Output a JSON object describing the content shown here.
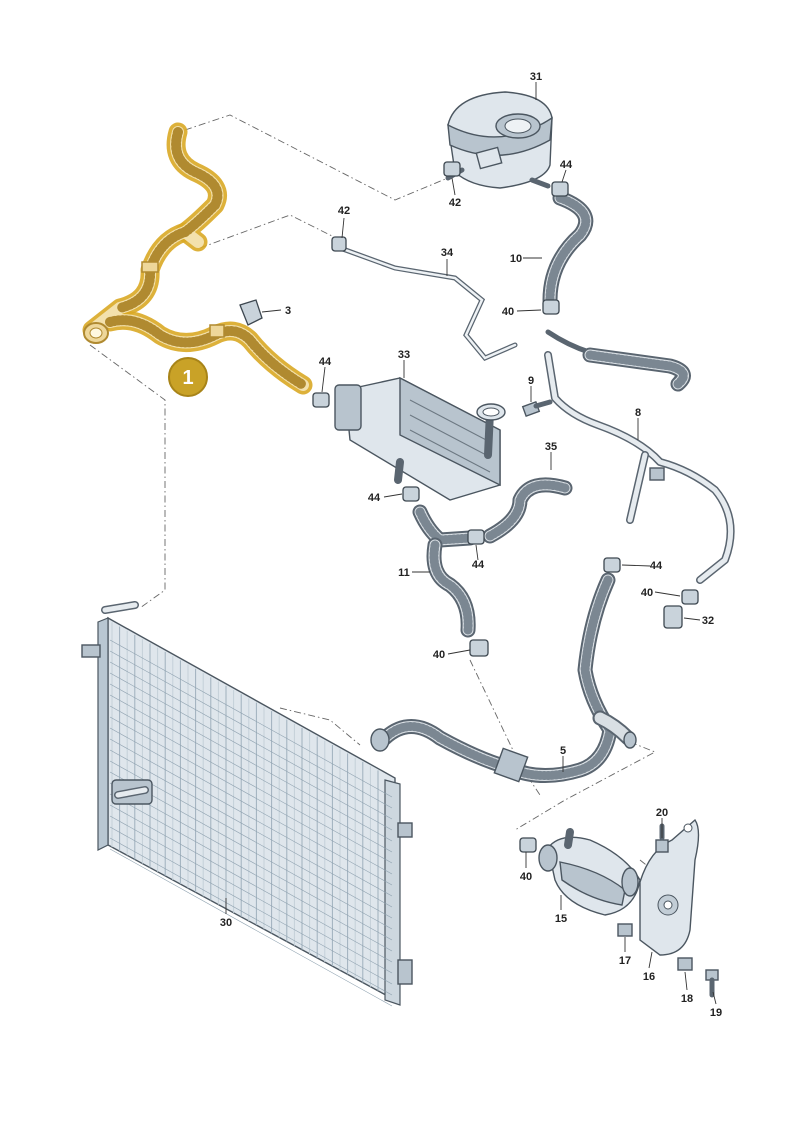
{
  "badge": {
    "label": "1",
    "fill": "#c9a227",
    "stroke": "#a88418"
  },
  "highlight_color": "#d9a825",
  "callouts": {
    "c31": "31",
    "c44a": "44",
    "c42a": "42",
    "c42b": "42",
    "c10": "10",
    "c34": "34",
    "c3": "3",
    "c40a": "40",
    "c44b": "44",
    "c33": "33",
    "c9": "9",
    "c8": "8",
    "c35": "35",
    "c44c": "44",
    "c44d": "44",
    "c11": "11",
    "c44e": "44",
    "c40b": "40",
    "c32": "32",
    "c40c": "40",
    "c5": "5",
    "c20": "20",
    "c40d": "40",
    "c15": "15",
    "c17": "17",
    "c16": "16",
    "c18": "18",
    "c19": "19",
    "c30": "30"
  }
}
